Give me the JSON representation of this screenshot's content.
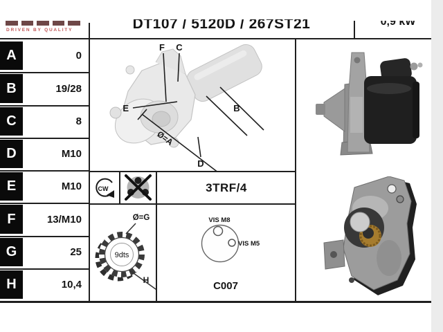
{
  "colors": {
    "line": "#1f1f1f",
    "tagline": "#c05656",
    "logo-bar": "#6e4747",
    "brass": "#a67c2e"
  },
  "header": {
    "tagline": "DRIVEN BY QUALITY",
    "title": "DT107 / 5120D / 267ST21",
    "power": "0,9 kW"
  },
  "spec_table": {
    "rows": [
      {
        "label": "A",
        "value": "0"
      },
      {
        "label": "B",
        "value": "19/28"
      },
      {
        "label": "C",
        "value": "8"
      },
      {
        "label": "D",
        "value": "M10"
      },
      {
        "label": "E",
        "value": "M10"
      },
      {
        "label": "F",
        "value": "13/M10"
      },
      {
        "label": "G",
        "value": "25"
      },
      {
        "label": "H",
        "value": "10,4"
      }
    ]
  },
  "dimension_diagram": {
    "label_f": "F",
    "label_c": "C",
    "label_e": "E",
    "label_b": "B",
    "label_d": "D",
    "label_dia_a": "Ø=A"
  },
  "rotation_icon": {
    "label": "CW"
  },
  "type_code": "3TRF/4",
  "gear_diagram": {
    "label_dia_g": "Ø=G",
    "label_teeth": "9dts",
    "label_h": "H"
  },
  "mount_diagram": {
    "label_screw_top": "VIS M8",
    "label_screw_side": "VIS M5",
    "code": "C007"
  }
}
